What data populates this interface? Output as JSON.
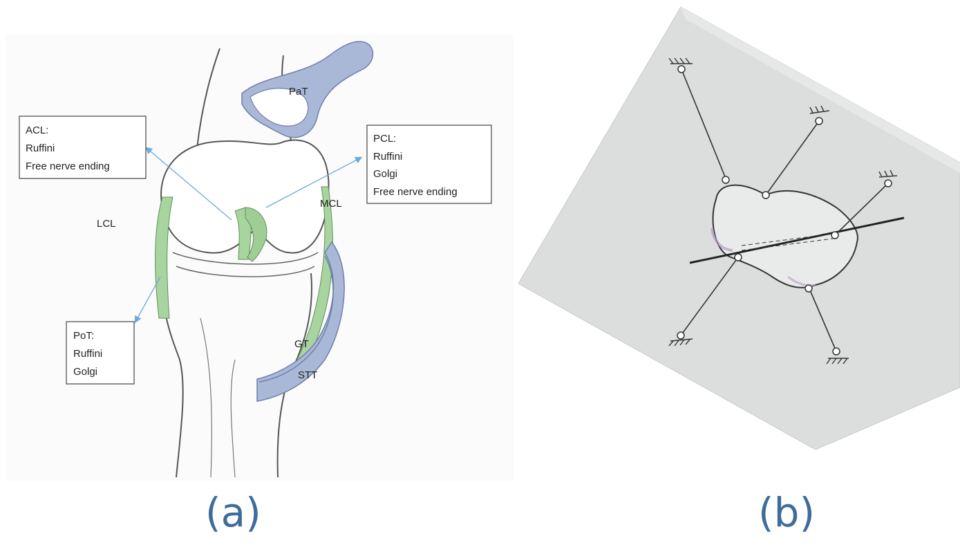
{
  "panel_a": {
    "caption": "(a)",
    "labels": {
      "pat": "PaT",
      "lcl": "LCL",
      "mcl": "MCL",
      "gt": "GT",
      "stt": "STT"
    },
    "boxes": {
      "acl": [
        "ACL:",
        "Ruffini",
        "Free nerve ending"
      ],
      "pcl": [
        "PCL:",
        "Ruffini",
        "Golgi",
        "Free nerve ending"
      ],
      "pot": [
        "PoT:",
        "Ruffini",
        "Golgi"
      ]
    },
    "colors": {
      "ligament": "#a8d4a0",
      "tendon": "#aab8d8",
      "arrow": "#6fa8dc",
      "outline": "#555555"
    }
  },
  "panel_b": {
    "caption": "(b)",
    "colors": {
      "paper": "#dcdedd",
      "line": "#3a3a3a"
    }
  },
  "caption_color": "#3f6c9b"
}
